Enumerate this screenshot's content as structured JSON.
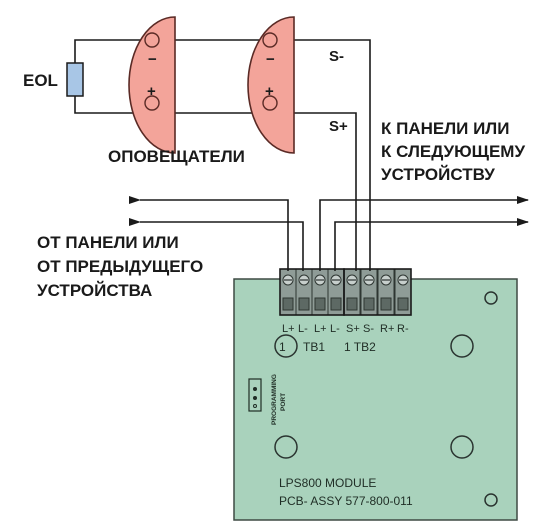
{
  "colors": {
    "board": "#a9d2bc",
    "board_stroke": "#3e4a43",
    "sounder": "#f3a49a",
    "sounder_stroke": "#5a2a25",
    "eol_fill": "#a8c6e6",
    "wire": "#1a1a1a",
    "terminal": "#8f9c97"
  },
  "labels": {
    "eol": "EOL",
    "s_minus": "S-",
    "s_plus": "S+",
    "sounders": "ОПОВЕЩАТЕЛИ",
    "to_panel": [
      "К ПАНЕЛИ ИЛИ",
      "К СЛЕДУЮЩЕМУ",
      "УСТРОЙСТВУ"
    ],
    "from_panel": [
      "ОТ ПАНЕЛИ ИЛИ",
      "ОТ  ПРЕДЫДУЩЕГО",
      "УСТРОЙСТВА"
    ]
  },
  "sounder": {
    "minus": "−",
    "plus": "+"
  },
  "module": {
    "tb1_pins": [
      "L+",
      "L-",
      "L+",
      "L-"
    ],
    "tb2_pins": [
      "S+",
      "S-",
      "R+",
      "R-"
    ],
    "tb1_num": "1",
    "tb1_label": "TB1",
    "tb2_label": "1 TB2",
    "port_line1": "PROGRAMMING",
    "port_line2": "PORT",
    "name": "LPS800 MODULE",
    "assy": "PCB- ASSY 577-800-011"
  }
}
